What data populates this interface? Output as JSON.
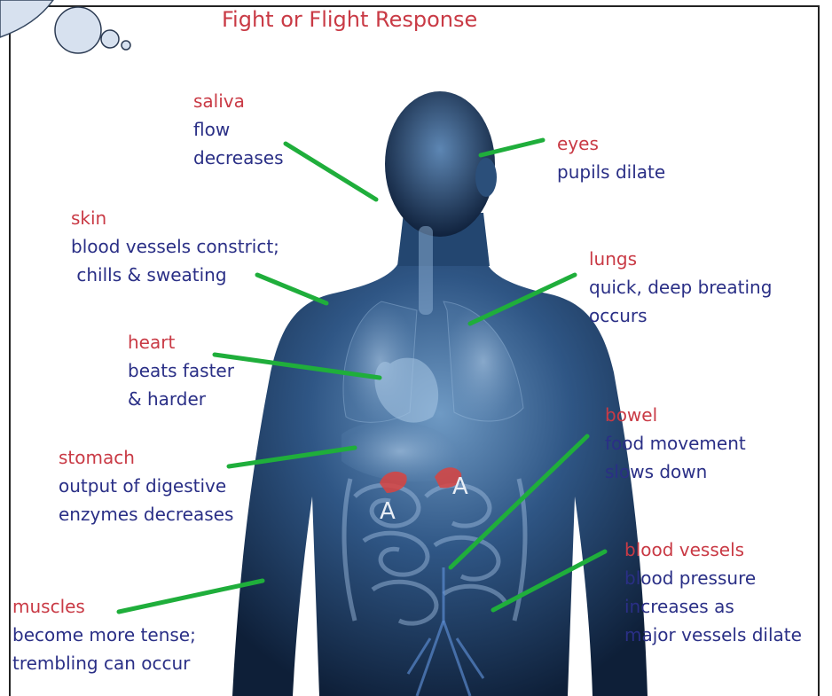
{
  "title": "Fight or Flight Response",
  "annotations": [
    {
      "id": "saliva",
      "organ": "saliva",
      "effect": "flow\ndecreases"
    },
    {
      "id": "eyes",
      "organ": "eyes",
      "effect": "pupils dilate"
    },
    {
      "id": "skin",
      "organ": "skin",
      "effect": "blood vessels constrict;\n chills & sweating"
    },
    {
      "id": "lungs",
      "organ": "lungs",
      "effect": "quick, deep breating\noccurs"
    },
    {
      "id": "heart",
      "organ": "heart",
      "effect": "beats faster\n& harder"
    },
    {
      "id": "bowel",
      "organ": "bowel",
      "effect": "food movement\nslows down"
    },
    {
      "id": "stomach",
      "organ": "stomach",
      "effect": "output of digestive\nenzymes decreases"
    },
    {
      "id": "blood-vessels",
      "organ": "blood vessels",
      "effect": "blood pressure\nincreases as\nmajor vessels dilate"
    },
    {
      "id": "muscles",
      "organ": "muscles",
      "effect": "become more tense;\ntrembling can occur"
    }
  ],
  "adrenal_label": "A",
  "colors": {
    "organ": "#c93a45",
    "effect": "#2a2f86",
    "leader": "#1fae3b",
    "body": "#1d3b62"
  }
}
